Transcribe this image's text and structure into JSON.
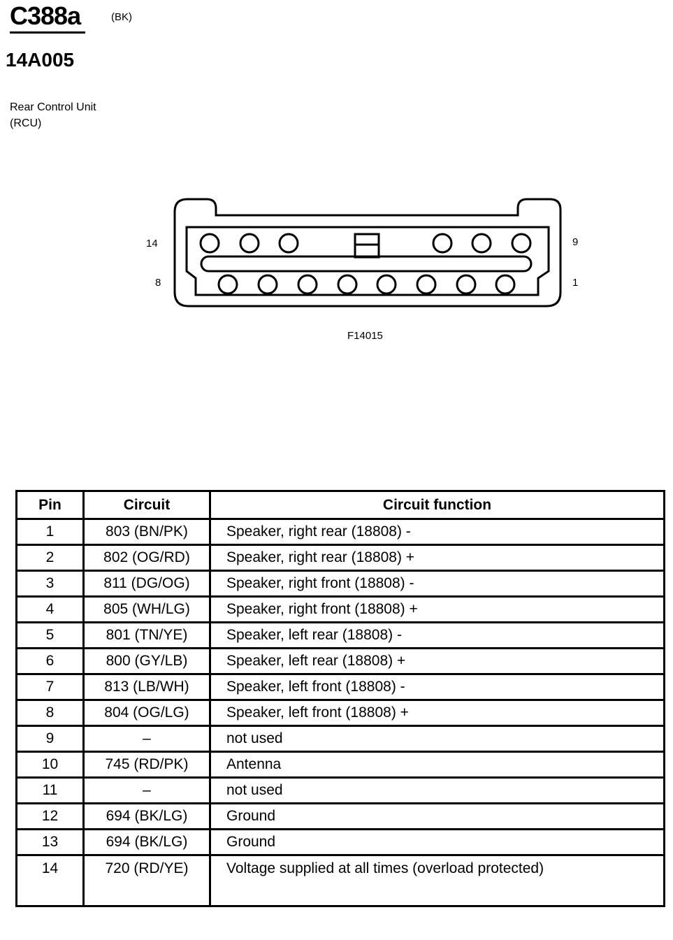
{
  "header": {
    "connector_id": "C388a",
    "connector_color": "(BK)",
    "part_number": "14A005",
    "component_name_line1": "Rear Control Unit",
    "component_name_line2": "(RCU)"
  },
  "diagram": {
    "pin_labels": {
      "top_left": "14",
      "bottom_left": "8",
      "top_right": "9",
      "bottom_right": "1"
    },
    "figure_id": "F14015"
  },
  "table": {
    "headers": [
      "Pin",
      "Circuit",
      "Circuit function"
    ],
    "rows": [
      {
        "pin": "1",
        "circuit": "803 (BN/PK)",
        "function": "Speaker, right rear (18808) -"
      },
      {
        "pin": "2",
        "circuit": "802 (OG/RD)",
        "function": "Speaker, right rear (18808) +"
      },
      {
        "pin": "3",
        "circuit": "811 (DG/OG)",
        "function": "Speaker, right front (18808) -"
      },
      {
        "pin": "4",
        "circuit": "805 (WH/LG)",
        "function": "Speaker, right front (18808) +"
      },
      {
        "pin": "5",
        "circuit": "801 (TN/YE)",
        "function": "Speaker, left rear (18808) -"
      },
      {
        "pin": "6",
        "circuit": "800 (GY/LB)",
        "function": "Speaker, left rear (18808) +"
      },
      {
        "pin": "7",
        "circuit": "813 (LB/WH)",
        "function": "Speaker, left front (18808) -"
      },
      {
        "pin": "8",
        "circuit": "804 (OG/LG)",
        "function": "Speaker, left front (18808) +"
      },
      {
        "pin": "9",
        "circuit": "–",
        "function": "not used"
      },
      {
        "pin": "10",
        "circuit": "745 (RD/PK)",
        "function": "Antenna"
      },
      {
        "pin": "11",
        "circuit": "–",
        "function": "not used"
      },
      {
        "pin": "12",
        "circuit": "694 (BK/LG)",
        "function": "Ground"
      },
      {
        "pin": "13",
        "circuit": "694 (BK/LG)",
        "function": "Ground"
      },
      {
        "pin": "14",
        "circuit": "720 (RD/YE)",
        "function": "Voltage supplied at all times (overload protected)"
      }
    ]
  }
}
